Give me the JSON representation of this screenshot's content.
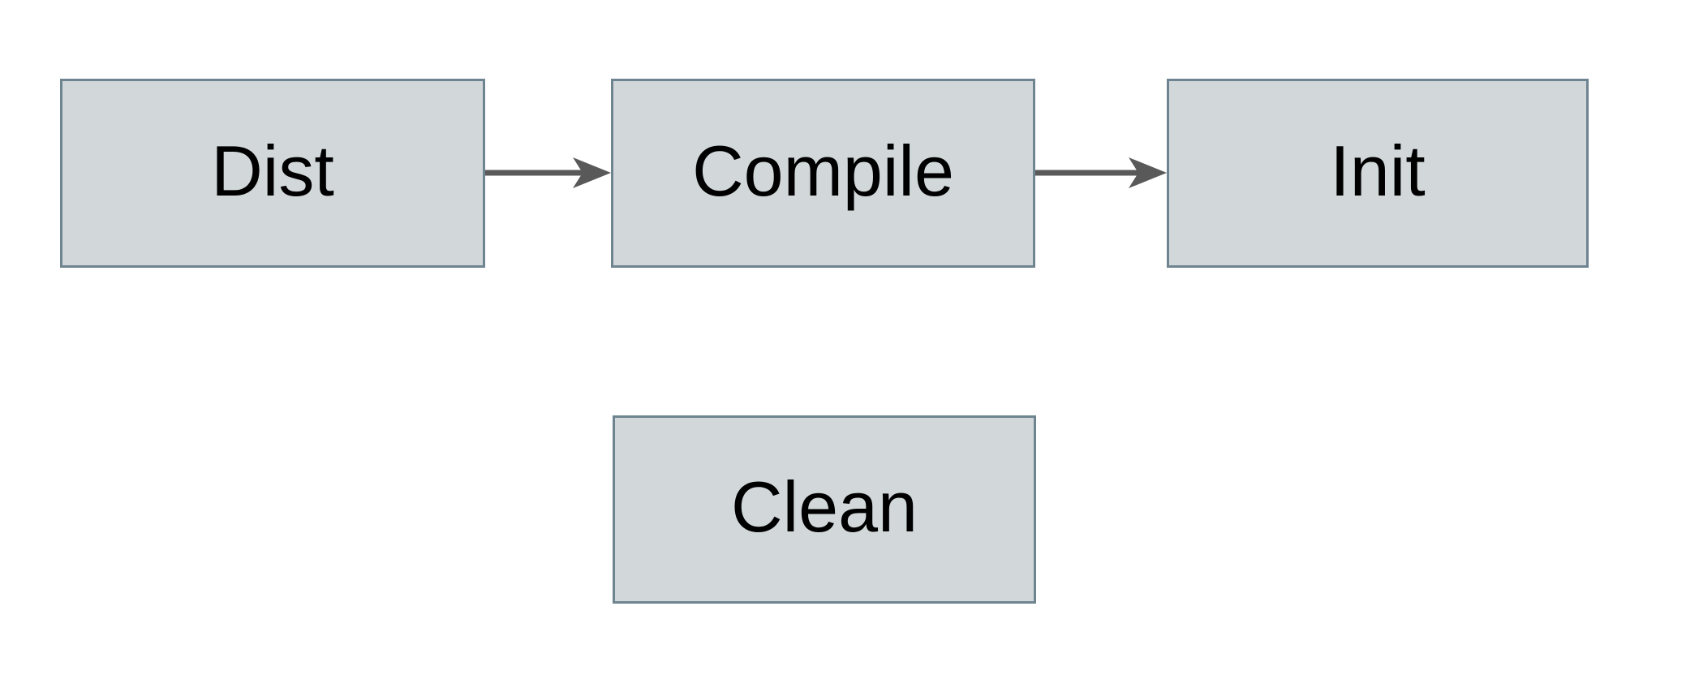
{
  "diagram": {
    "type": "flowchart",
    "nodes": [
      {
        "id": "dist",
        "label": "Dist"
      },
      {
        "id": "compile",
        "label": "Compile"
      },
      {
        "id": "init",
        "label": "Init"
      },
      {
        "id": "clean",
        "label": "Clean"
      }
    ],
    "edges": [
      {
        "from": "Dist",
        "to": "Compile"
      },
      {
        "from": "Compile",
        "to": "Init"
      }
    ]
  },
  "colors": {
    "canvas": "#ffffff",
    "node-fill": "#d2d8da",
    "node-border": "#6e8491",
    "label": "#000000",
    "arrow": "#595959"
  }
}
